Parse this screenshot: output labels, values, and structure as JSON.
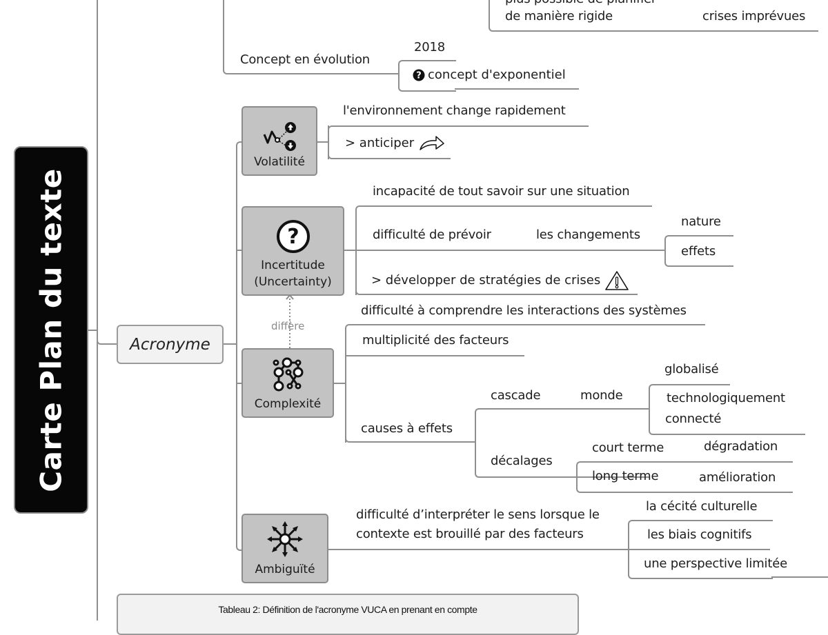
{
  "root": {
    "title": "Carte Plan du texte"
  },
  "top_branch": {
    "partial_line1": "plus possible de planifier",
    "partial_line2": "de manière rigide",
    "crises_label": "crises imprévues",
    "concept_label": "Concept en évolution",
    "year": "2018",
    "exponential": "concept d'exponentiel",
    "exponential_icon": "question-circle-icon"
  },
  "acronyme": {
    "label": "Acronyme",
    "relation_label": "diffère",
    "letters": [
      {
        "label": "Volatilité",
        "icon": "volatility-icon",
        "children": [
          {
            "label": "l'environnement change rapidement"
          },
          {
            "label": "> anticiper",
            "icon": "curved-arrow-icon"
          }
        ]
      },
      {
        "label_line1": "Incertitude",
        "label_line2": "(Uncertainty)",
        "icon": "question-circle-icon",
        "children": [
          {
            "label": "incapacité de tout savoir sur une situation"
          },
          {
            "label": "difficulté de prévoir",
            "child": "les changements",
            "grandchildren": [
              "nature",
              "effets"
            ]
          },
          {
            "label": "> développer de stratégies de crises",
            "icon": "warning-icon"
          }
        ]
      },
      {
        "label": "Complexité",
        "icon": "network-icon",
        "children": [
          {
            "label": "difficulté à comprendre les interactions des systèmes"
          },
          {
            "label": "multiplicité des facteurs"
          },
          {
            "label": "causes à effets",
            "cascade": {
              "label": "cascade",
              "child": "monde",
              "grandchildren": [
                "globalisé",
                "technologiquement connecté"
              ],
              "gc2_line1": "technologiquement",
              "gc2_line2": "connecté"
            },
            "decalages": {
              "label": "décalages",
              "rows": [
                {
                  "term": "court terme",
                  "result": "dégradation"
                },
                {
                  "term": "long terme",
                  "result": "amélioration"
                }
              ]
            }
          }
        ]
      },
      {
        "label": "Ambiguïté",
        "icon": "compass-arrows-icon",
        "children": [
          {
            "label_line1": "difficulté d’interpréter le sens lorsque le",
            "label_line2": "contexte est brouillé par des facteurs",
            "factors": [
              "la cécité culturelle",
              "les biais cognitifs",
              "une perspective limitée"
            ]
          }
        ]
      }
    ]
  },
  "caption": {
    "line1": "Tableau 2: Définition de l'acronyme VUCA en prenant en compte"
  }
}
